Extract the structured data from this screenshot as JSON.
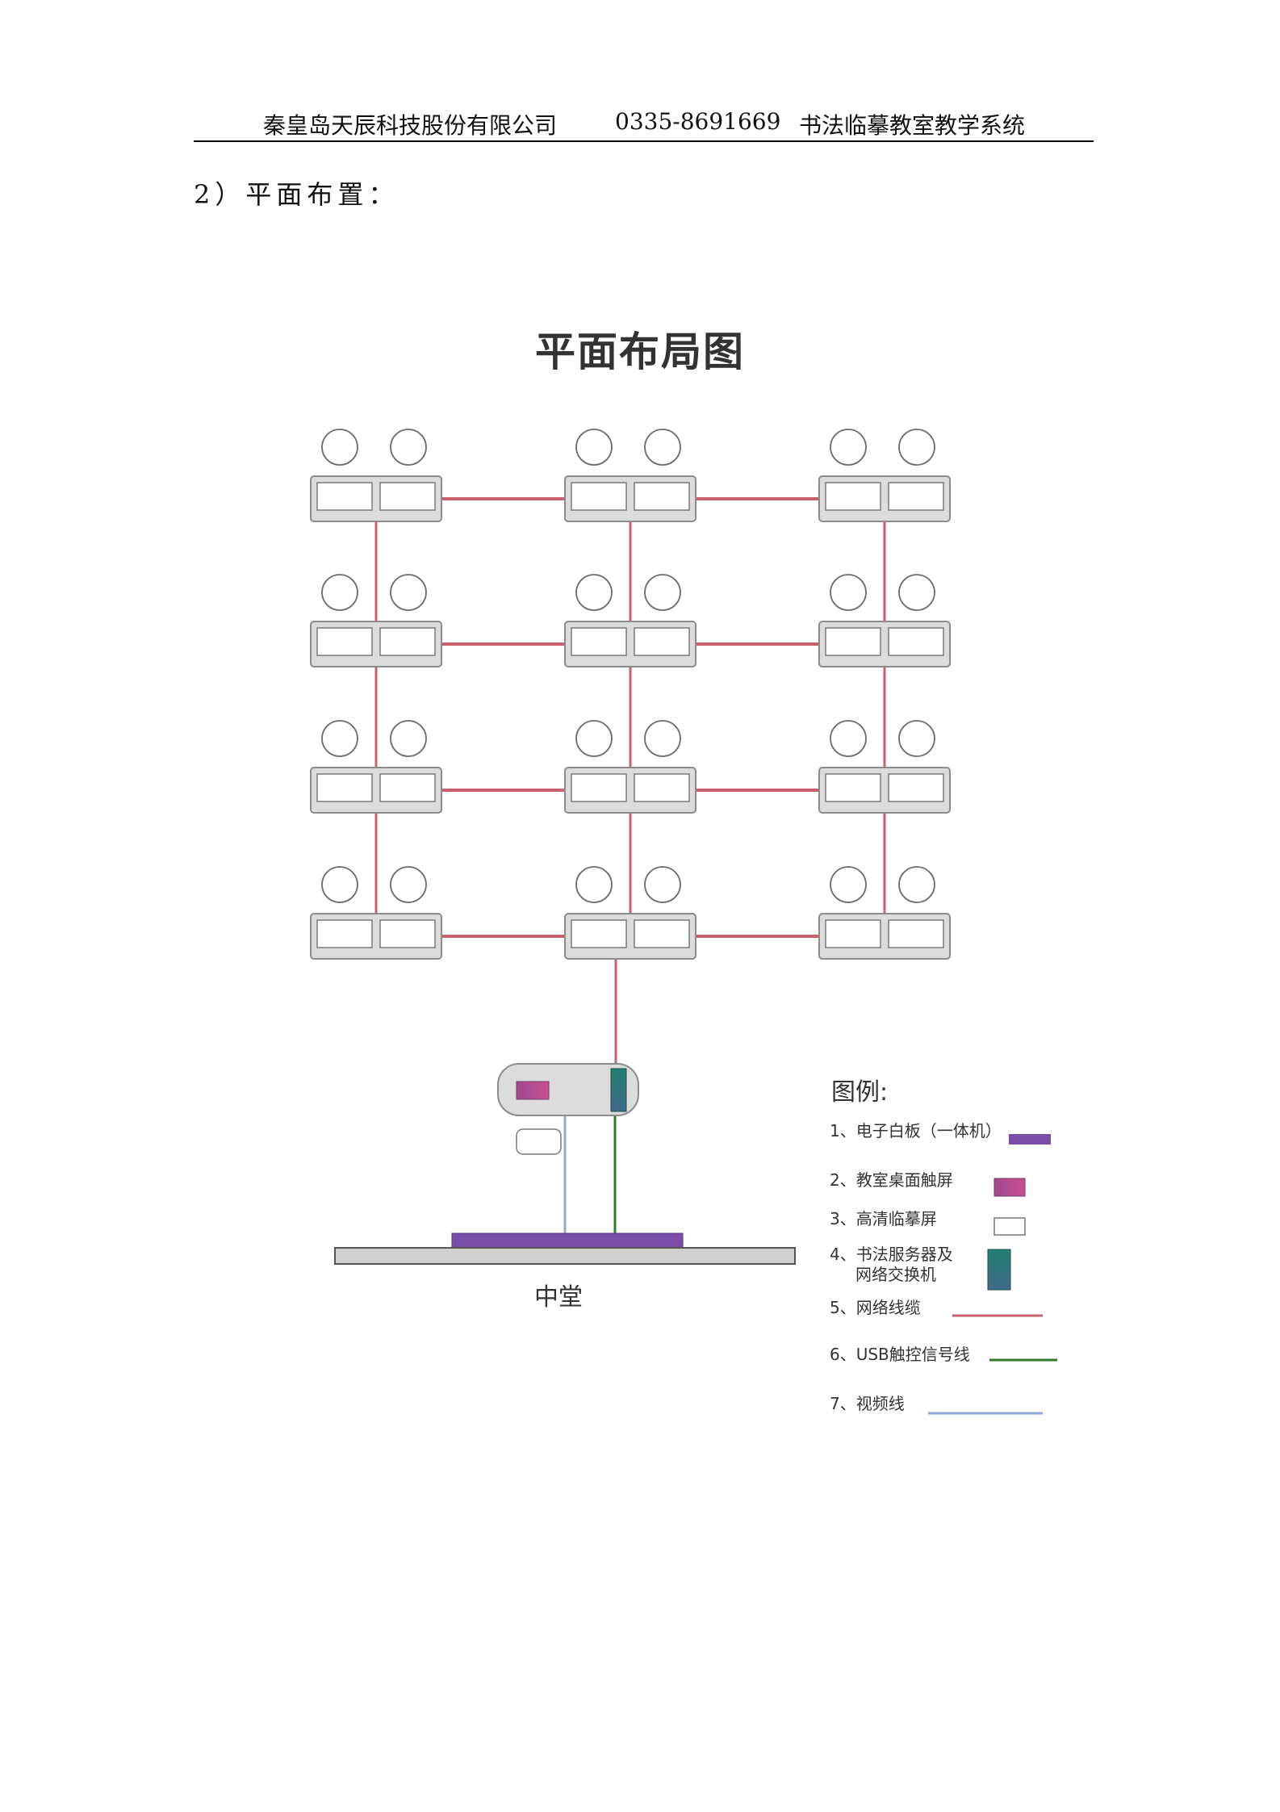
{
  "header": {
    "company": "秦皇岛天辰科技股份有限公司",
    "phone": "0335-8691669",
    "product": "书法临摹教室教学系统"
  },
  "section_heading": "2）平面布置：",
  "figure": {
    "title": "平面布局图",
    "stage_label": "中堂",
    "legend": {
      "title": "图例:",
      "items": [
        {
          "label": "1、电子白板（一体机）",
          "icon": "purple-bar"
        },
        {
          "label": "2、教室桌面触屏",
          "icon": "magenta-rect"
        },
        {
          "label": "3、高清临摹屏",
          "icon": "white-rect"
        },
        {
          "label": "4、书法服务器及",
          "label2": "网络交换机",
          "icon": "teal-tall-rect"
        },
        {
          "label": "5、网络线缆",
          "icon": "red-line"
        },
        {
          "label": "6、USB触控信号线",
          "icon": "green-line"
        },
        {
          "label": "7、视频线",
          "icon": "blue-line"
        }
      ]
    },
    "layout": {
      "desk_rows": 4,
      "desk_columns": 3,
      "seats_per_desk": 2
    },
    "colors": {
      "network_cable": "#c9626e",
      "usb_cable": "#2f7f2f",
      "video_cable": "#8fa9d8",
      "whiteboard": "#7a4ea8",
      "desk_fill": "#dcdcdc",
      "desk_border": "#8c8c8c",
      "touch_screen": "#b5498f",
      "server": "#2a7a6f"
    }
  }
}
